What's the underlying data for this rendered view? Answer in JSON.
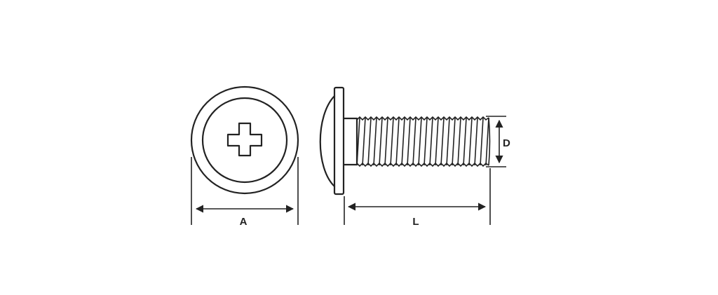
{
  "diagram": {
    "labels": {
      "head_diameter": "A",
      "length": "L",
      "thread_diameter": "D"
    },
    "line_color": "#222222",
    "background_color": "#ffffff"
  }
}
